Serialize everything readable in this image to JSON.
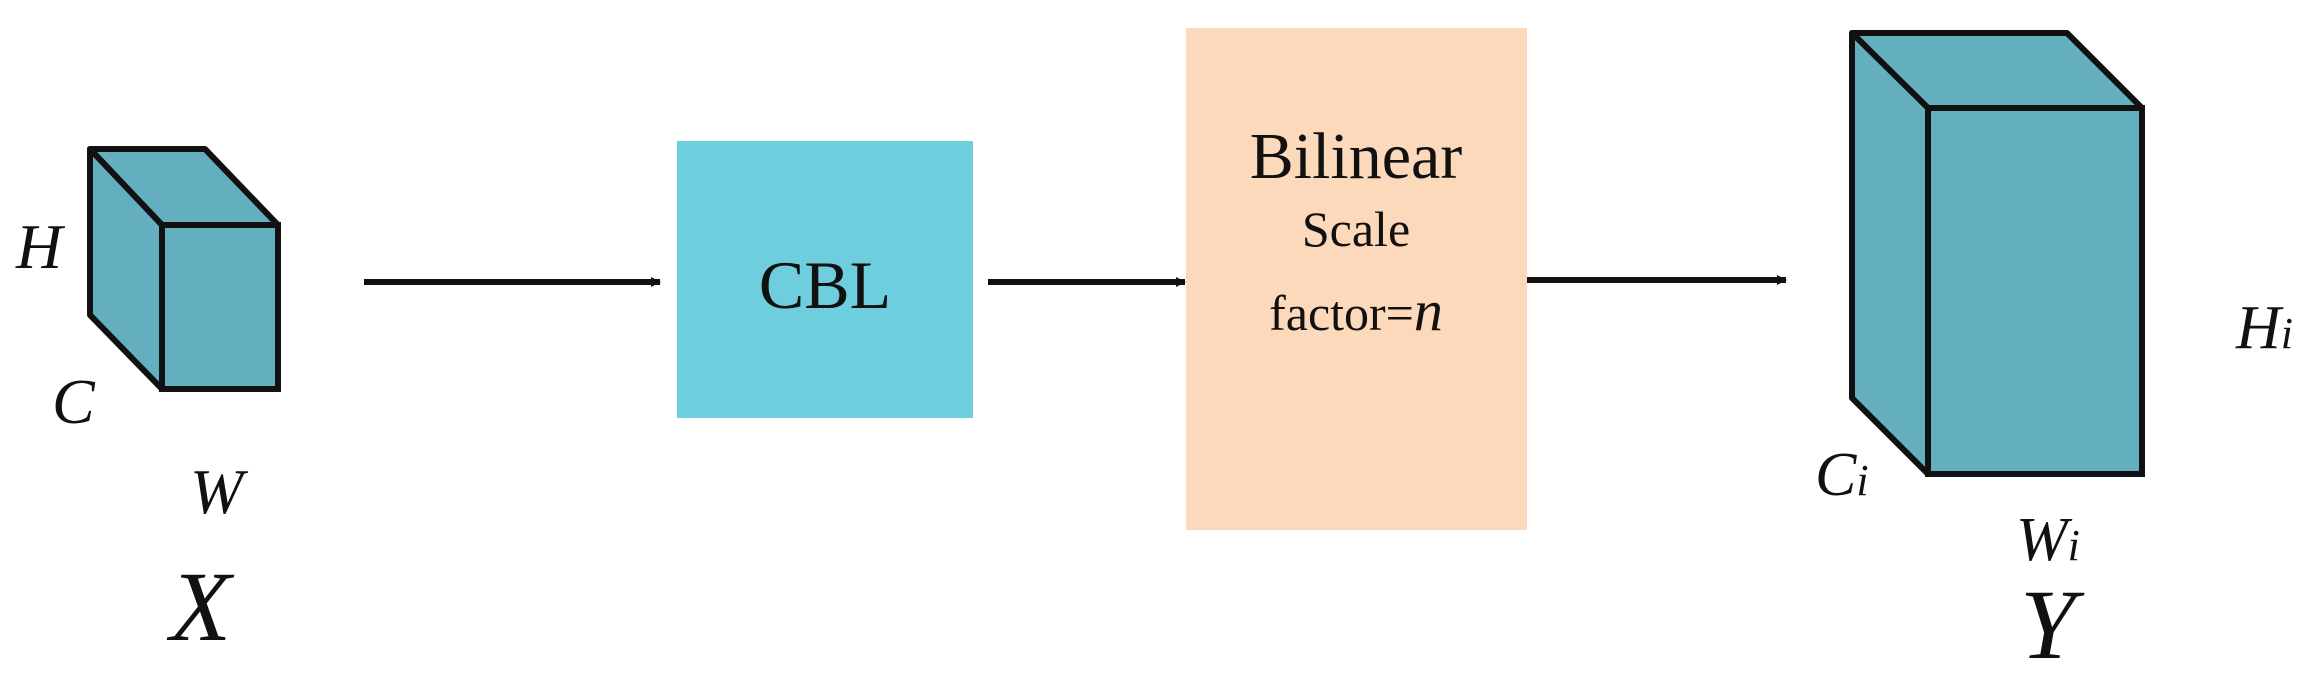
{
  "diagram": {
    "input": {
      "name": "X",
      "height": "H",
      "channels": "C",
      "width": "W"
    },
    "output": {
      "name": "Y",
      "height": "H",
      "channels": "C",
      "width": "W",
      "subscript": "i"
    },
    "cbl_block": {
      "label": "CBL"
    },
    "upsample_block": {
      "title": "Bilinear",
      "subtitle": "Scale",
      "factor_label": "factor=",
      "factor_symbol": "n"
    }
  },
  "colors": {
    "cube_face": "#63afc0",
    "cube_edge": "#111111",
    "cbl_fill": "#6ecedd",
    "upsample_fill": "#fdd9bc",
    "arrow": "#111111"
  }
}
